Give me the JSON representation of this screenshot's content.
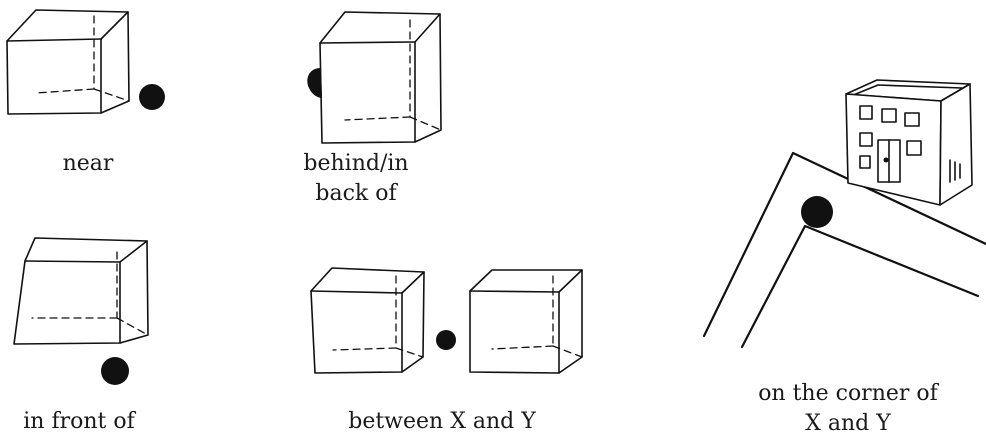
{
  "captions": {
    "near": "near",
    "behind_line1": "behind/in",
    "behind_line2": "back of",
    "in_front_of": "in front of",
    "between": "between X and Y",
    "corner_line1": "on the corner of",
    "corner_line2": "X and Y"
  }
}
